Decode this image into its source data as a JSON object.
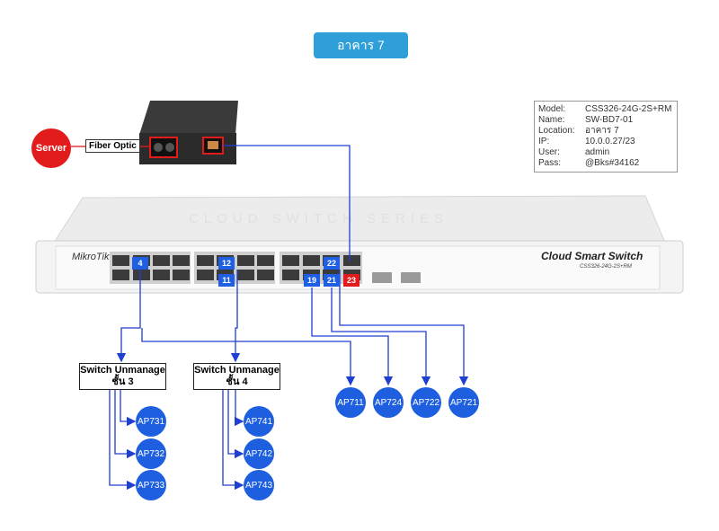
{
  "title": "อาคาร 7",
  "info": {
    "rows": [
      {
        "k": "Model:",
        "v": "CSS326-24G-2S+RM"
      },
      {
        "k": "Name:",
        "v": "SW-BD7-01"
      },
      {
        "k": "Location:",
        "v": "อาคาร 7"
      },
      {
        "k": "IP:",
        "v": "10.0.0.27/23"
      },
      {
        "k": "User:",
        "v": "admin"
      },
      {
        "k": "Pass:",
        "v": "@Bks#34162"
      }
    ]
  },
  "server_label": "Server",
  "fiber_label": "Fiber Optic",
  "switch": {
    "brand": "MikroTik",
    "name": "Cloud Smart Switch",
    "model": "CSS326-24G-2S+RM",
    "top_text": "CLOUD SWITCH SERIES",
    "ports": [
      "4",
      "12",
      "11",
      "22",
      "19",
      "21",
      "23"
    ]
  },
  "unmanaged": [
    {
      "line1": "Switch Unmanage",
      "line2": "ชั้น 3"
    },
    {
      "line1": "Switch Unmanage",
      "line2": "ชั้น 4"
    }
  ],
  "aps_floor3": [
    "AP731",
    "AP732",
    "AP733"
  ],
  "aps_floor4": [
    "AP741",
    "AP742",
    "AP743"
  ],
  "aps_direct": [
    "AP711",
    "AP724",
    "AP722",
    "AP721"
  ],
  "colors": {
    "link": "#1f3fd0",
    "server": "#e21c1c",
    "ap": "#1e5fe0",
    "badge": "#2e9fd8"
  }
}
